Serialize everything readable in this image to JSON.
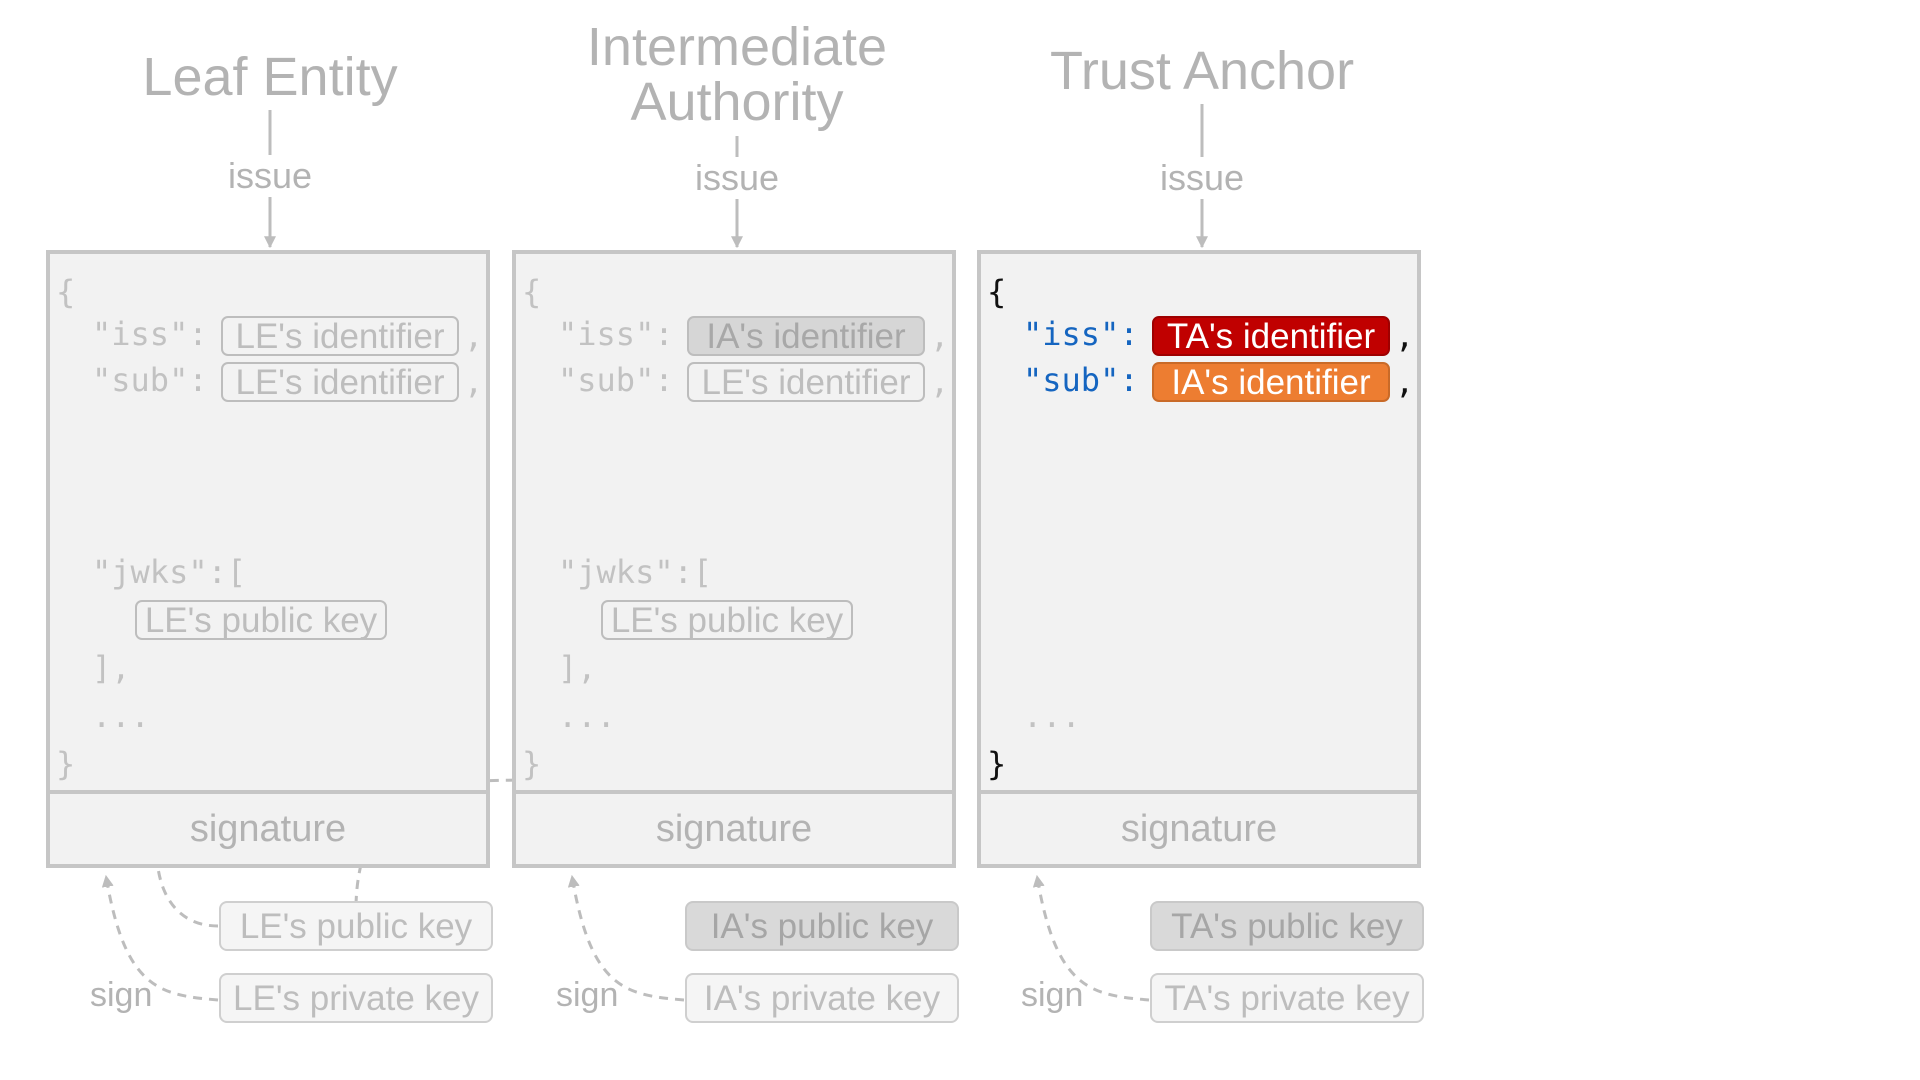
{
  "columns": [
    {
      "title": "Leaf Entity",
      "issue_label": "issue",
      "open_brace": "{",
      "close_brace": "}",
      "iss_key": "\"iss\":",
      "iss_value": "LE's identifier",
      "sub_key": "\"sub\":",
      "sub_value": "LE's identifier",
      "comma": ",",
      "jwks_open": "\"jwks\":[",
      "jwks_value": "LE's public key",
      "jwks_close": "],",
      "ellipsis": "...",
      "signature_label": "signature",
      "public_key": "LE's public key",
      "private_key": "LE's private key",
      "sign_label": "sign"
    },
    {
      "title": "Intermediate Authority",
      "issue_label": "issue",
      "open_brace": "{",
      "close_brace": "}",
      "iss_key": "\"iss\":",
      "iss_value": "IA's identifier",
      "sub_key": "\"sub\":",
      "sub_value": "LE's identifier",
      "comma": ",",
      "jwks_open": "\"jwks\":[",
      "jwks_value": "LE's public key",
      "jwks_close": "],",
      "ellipsis": "...",
      "signature_label": "signature",
      "public_key": "IA's public key",
      "private_key": "IA's private key",
      "sign_label": "sign"
    },
    {
      "title": "Trust Anchor",
      "issue_label": "issue",
      "open_brace": "{",
      "close_brace": "}",
      "iss_key": "\"iss\":",
      "iss_value": "TA's identifier",
      "sub_key": "\"sub\":",
      "sub_value": "IA's identifier",
      "comma": ",",
      "ellipsis": "...",
      "signature_label": "signature",
      "public_key": "TA's public key",
      "private_key": "TA's private key",
      "sign_label": "sign"
    }
  ],
  "colors": {
    "faded": "#c2c2c2",
    "label_gray": "#b3b3b3",
    "border": "#c6c6c6",
    "panel_bg": "#f2f2f2",
    "json_key_blue": "#1565c0",
    "highlight_red": "#c00000",
    "highlight_orange": "#ed7d31"
  }
}
